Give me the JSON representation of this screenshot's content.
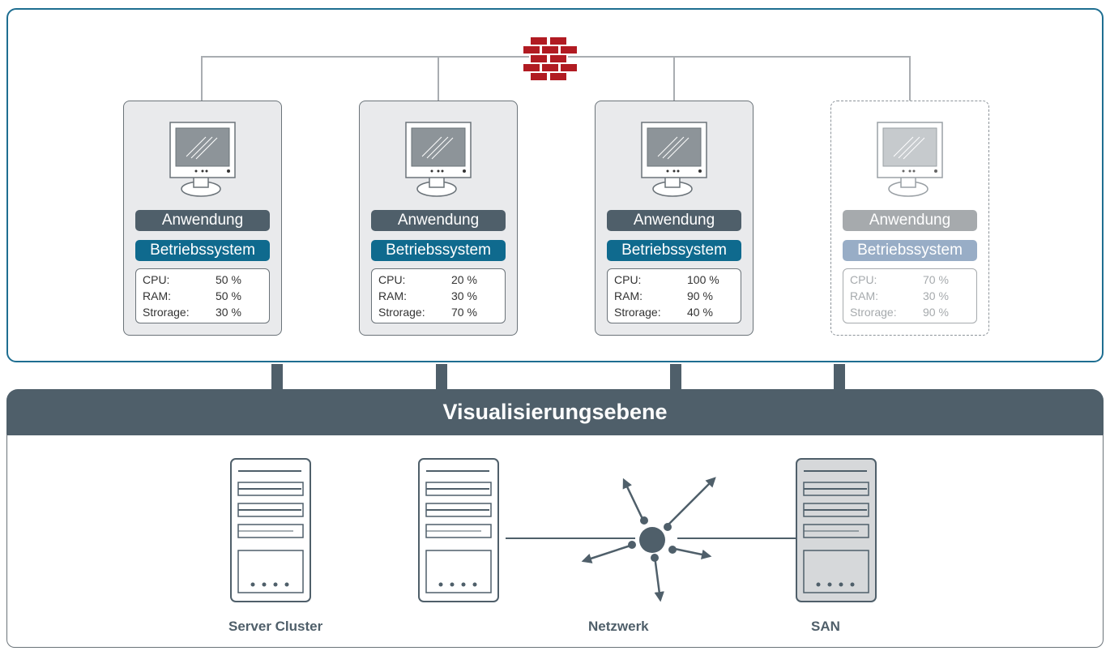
{
  "colors": {
    "frame_border": "#1e6e91",
    "layer_band": "#4f5f6a",
    "os_pill": "#0f6a8e",
    "app_pill": "#4f5f6a",
    "firewall": "#b11b22"
  },
  "firewall": {
    "icon": "brick-wall-icon"
  },
  "virtual_machines": [
    {
      "application": "Anwendung",
      "os": "Betriebssystem",
      "stats": [
        {
          "label": "CPU:",
          "value": "50 %"
        },
        {
          "label": "RAM:",
          "value": "50 %"
        },
        {
          "label": "Strorage:",
          "value": "30 %"
        }
      ]
    },
    {
      "application": "Anwendung",
      "os": "Betriebssystem",
      "stats": [
        {
          "label": "CPU:",
          "value": "20 %"
        },
        {
          "label": "RAM:",
          "value": "30 %"
        },
        {
          "label": "Strorage:",
          "value": "70 %"
        }
      ]
    },
    {
      "application": "Anwendung",
      "os": "Betriebssystem",
      "stats": [
        {
          "label": "CPU:",
          "value": "100 %"
        },
        {
          "label": "RAM:",
          "value": "90 %"
        },
        {
          "label": "Strorage:",
          "value": "40 %"
        }
      ]
    },
    {
      "application": "Anwendung",
      "os": "Betriebssystem",
      "stats": [
        {
          "label": "CPU:",
          "value": "70 %"
        },
        {
          "label": "RAM:",
          "value": "30 %"
        },
        {
          "label": "Strorage:",
          "value": "90 %"
        }
      ]
    }
  ],
  "layer_title": "Visualisierungsebene",
  "infrastructure": {
    "server_cluster": "Server Cluster",
    "network": "Netzwerk",
    "san": "SAN"
  }
}
